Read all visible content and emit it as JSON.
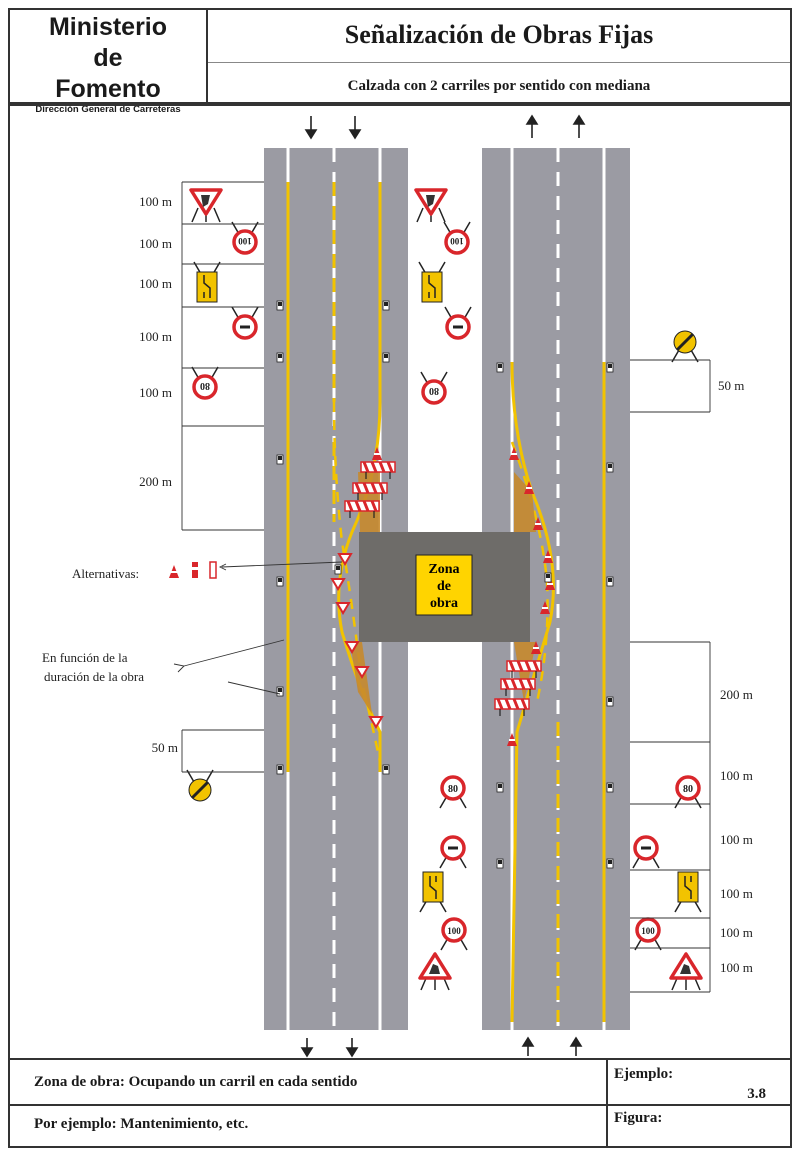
{
  "header": {
    "org_line1": "Ministerio",
    "org_line2": "de",
    "org_line3": "Fomento",
    "org_sub": "Dirección General de Carreteras",
    "title": "Señalización de Obras Fijas",
    "subtitle": "Calzada con 2 carriles por sentido con mediana"
  },
  "diagram": {
    "zone_label_1": "Zona",
    "zone_label_2": "de",
    "zone_label_3": "obra",
    "alternatives_label": "Alternativas:",
    "duration_label_1": "En función de la",
    "duration_label_2": "duración de la obra",
    "left_distances": [
      "100 m",
      "100 m",
      "100 m",
      "100 m",
      "100 m",
      "200 m",
      "50 m"
    ],
    "right_distances": [
      "50 m",
      "200 m",
      "100 m",
      "100 m",
      "100 m",
      "100 m",
      "100 m"
    ],
    "sign_80": "80",
    "sign_100": "100",
    "colors": {
      "road": "#9b9ba3",
      "yellow": "#f2c300",
      "warning_red": "#d9262b",
      "zone": "#7a6a58",
      "zone_sign": "#ffd400"
    }
  },
  "footer": {
    "zone_text": "Zona de obra: Ocupando un carril en cada sentido",
    "example_text": "Por ejemplo: Mantenimiento, etc.",
    "example_label": "Ejemplo:",
    "example_value": "3.8",
    "figure_label": "Figura:"
  }
}
